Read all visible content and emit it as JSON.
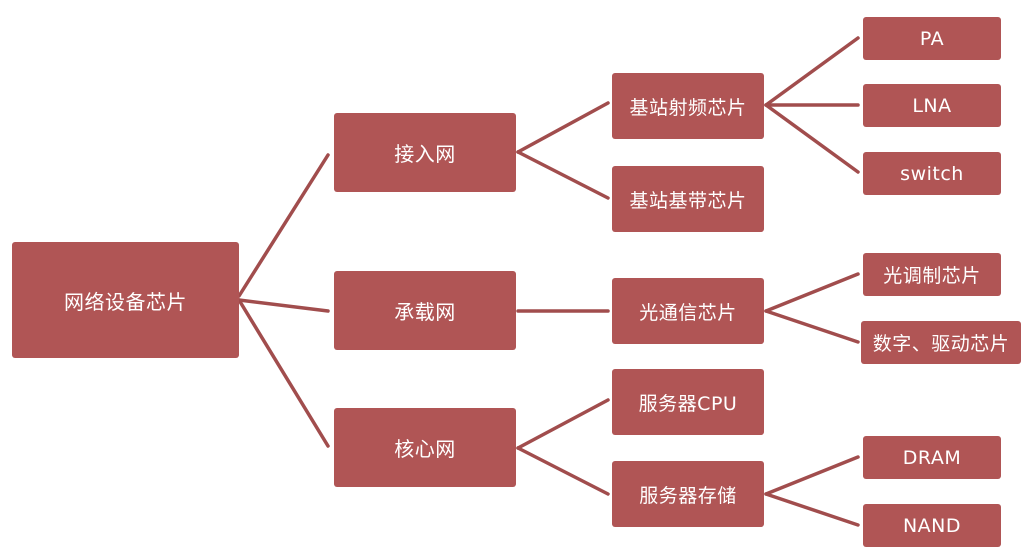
{
  "colors": {
    "node_fill": "#b05555",
    "connector": "#a14d4d",
    "text": "#ffffff"
  },
  "root": {
    "label": "网络设备芯片"
  },
  "level1": [
    {
      "label": "接入网"
    },
    {
      "label": "承载网"
    },
    {
      "label": "核心网"
    }
  ],
  "level2": [
    {
      "label": "基站射频芯片"
    },
    {
      "label": "基站基带芯片"
    },
    {
      "label": "光通信芯片"
    },
    {
      "label": "服务器CPU"
    },
    {
      "label": "服务器存储"
    }
  ],
  "level3": [
    {
      "label": "PA"
    },
    {
      "label": "LNA"
    },
    {
      "label": "switch"
    },
    {
      "label": "光调制芯片"
    },
    {
      "label": "数字、驱动芯片"
    },
    {
      "label": "DRAM"
    },
    {
      "label": "NAND"
    }
  ]
}
